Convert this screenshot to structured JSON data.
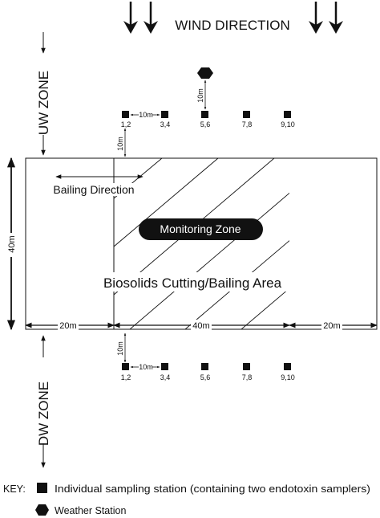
{
  "wind_label": "WIND DIRECTION",
  "uw_zone_label": "UW ZONE",
  "dw_zone_label": "DW ZONE",
  "bailing_label": "Bailing Direction",
  "monitoring_label": "Monitoring Zone",
  "area_label": "Biosolids Cutting/Bailing Area",
  "height_dim": "40m",
  "width_dims": [
    "20m",
    "40m",
    "20m"
  ],
  "spacing_label": "10m",
  "offset_label": "10m",
  "weather_offset_label": "10m",
  "uw_stations": [
    "1,2",
    "3,4",
    "5,6",
    "7,8",
    "9,10"
  ],
  "dw_stations": [
    "1,2",
    "3,4",
    "5,6",
    "7,8",
    "9,10"
  ],
  "key": {
    "title": "KEY:",
    "station_desc": "Individual sampling station (containing two endotoxin samplers)",
    "weather_desc": "Weather Station"
  },
  "colors": {
    "ink": "#111111",
    "background": "#ffffff"
  }
}
